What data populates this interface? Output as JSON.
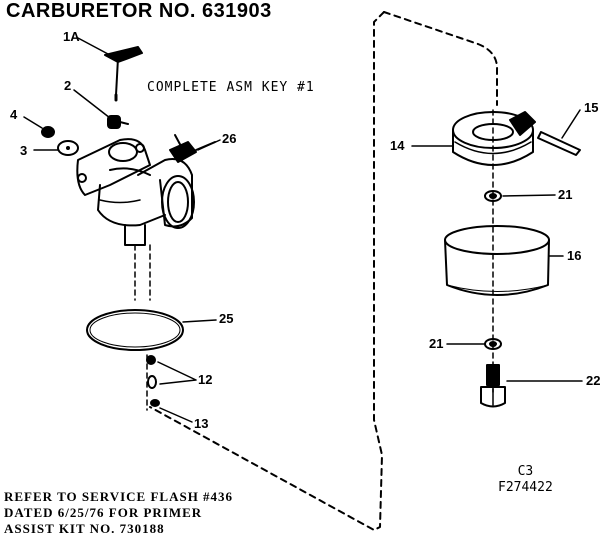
{
  "title": "CARBURETOR NO. 631903",
  "subtitle": "COMPLETE ASM KEY #1",
  "callouts": {
    "c1a": "1A",
    "c2": "2",
    "c3": "3",
    "c4": "4",
    "c26": "26",
    "c25": "25",
    "c12": "12",
    "c13": "13",
    "c14": "14",
    "c15": "15",
    "c21a": "21",
    "c16": "16",
    "c21b": "21",
    "c22": "22"
  },
  "notes": {
    "line1": "REFER TO SERVICE FLASH #436",
    "line2": "DATED 6/25/76 FOR PRIMER",
    "line3": "ASSIST KIT NO. 730188"
  },
  "figure_ref": {
    "code": "C3",
    "number": "F274422"
  }
}
